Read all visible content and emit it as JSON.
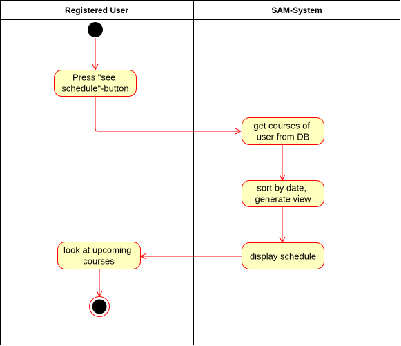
{
  "colors": {
    "line": "#ff0000",
    "node_fill": "#ffffc0",
    "node_stroke": "#ff0000",
    "initial_fill": "#000000",
    "border": "#000000"
  },
  "lanes": [
    {
      "title": "Registered User"
    },
    {
      "title": "SAM-System"
    }
  ],
  "nodes": {
    "press_see_schedule": {
      "lines": [
        "Press \"see",
        "schedule\"-button"
      ]
    },
    "get_courses": {
      "lines": [
        "get courses of",
        "user from DB"
      ]
    },
    "sort_generate": {
      "lines": [
        "sort by date,",
        "generate view"
      ]
    },
    "display_schedule": {
      "lines": [
        "display schedule"
      ]
    },
    "look_upcoming": {
      "lines": [
        "look at upcoming",
        "courses"
      ]
    }
  }
}
